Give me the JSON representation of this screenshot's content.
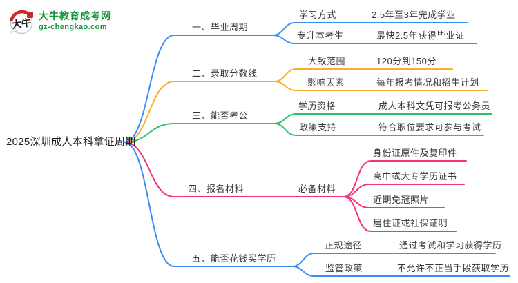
{
  "logo": {
    "site_name": "大牛教育成考网",
    "site_url": "gz-chengkao.com",
    "icon_text": "大牛"
  },
  "root": "2025深圳成人本科拿证周期",
  "colors": {
    "blue": "#3a8cf7",
    "orange": "#ffad29",
    "green": "#2fbe70",
    "pink": "#f5317f",
    "logo_green": "#17923c",
    "logo_red": "#cf2a22"
  },
  "branches": [
    {
      "label": "一、毕业周期",
      "color": "blue",
      "children": [
        {
          "label": "学习方式",
          "value": "2.5年至3年完成学业"
        },
        {
          "label": "专升本考生",
          "value": "最快2.5年获得毕业证"
        }
      ]
    },
    {
      "label": "二、录取分数线",
      "color": "orange",
      "children": [
        {
          "label": "大致范围",
          "value": "120分到150分"
        },
        {
          "label": "影响因素",
          "value": "每年报考情况和招生计划"
        }
      ]
    },
    {
      "label": "三、能否考公",
      "color": "green",
      "children": [
        {
          "label": "学历资格",
          "value": "成人本科文凭可报考公务员"
        },
        {
          "label": "政策支持",
          "value": "符合职位要求可参与考试"
        }
      ]
    },
    {
      "label": "四、报名材料",
      "color": "pink",
      "children": [
        {
          "label": "必备材料",
          "values": [
            "身份证原件及复印件",
            "高中或大专学历证书",
            "近期免冠照片",
            "居住证或社保证明"
          ]
        }
      ]
    },
    {
      "label": "五、能否花钱买学历",
      "color": "blue",
      "children": [
        {
          "label": "正规途径",
          "value": "通过考试和学习获得学历"
        },
        {
          "label": "监管政策",
          "value": "不允许不正当手段获取学历"
        }
      ]
    }
  ]
}
